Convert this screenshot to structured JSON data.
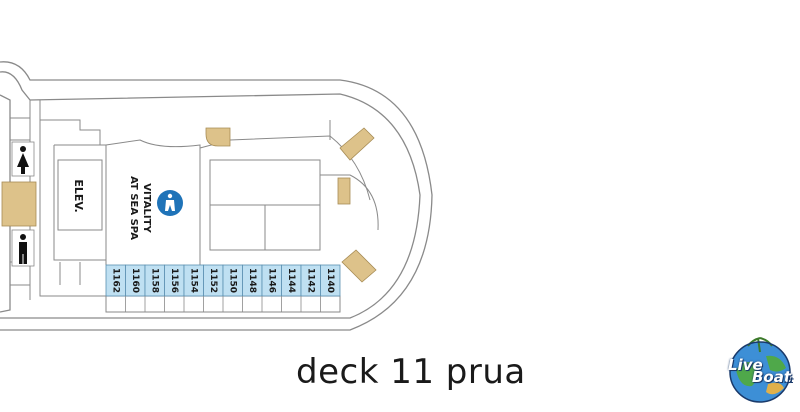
{
  "title": "deck 11 prua",
  "labels": {
    "elevator": "ELEV.",
    "spa_line1": "VITALITY",
    "spa_line2": "AT SEA SPA"
  },
  "cabins": [
    "1162",
    "1160",
    "1158",
    "1156",
    "1154",
    "1152",
    "1150",
    "1148",
    "1146",
    "1144",
    "1142",
    "1140"
  ],
  "logo": {
    "word1": "Live",
    "word2": "Boat",
    "suffix": ".it"
  },
  "icons": [
    "womens-restroom-icon",
    "mens-restroom-icon",
    "spa-accessibility-icon",
    "stairs-icon"
  ],
  "colors": {
    "line": "#8a8a8a",
    "stairs": "#ddc28a",
    "cabin_fill": "#bfe0f2",
    "cabin_stroke": "#5a8fb0",
    "spa_icon": "#1f73b8",
    "text": "#1a1a1a"
  }
}
